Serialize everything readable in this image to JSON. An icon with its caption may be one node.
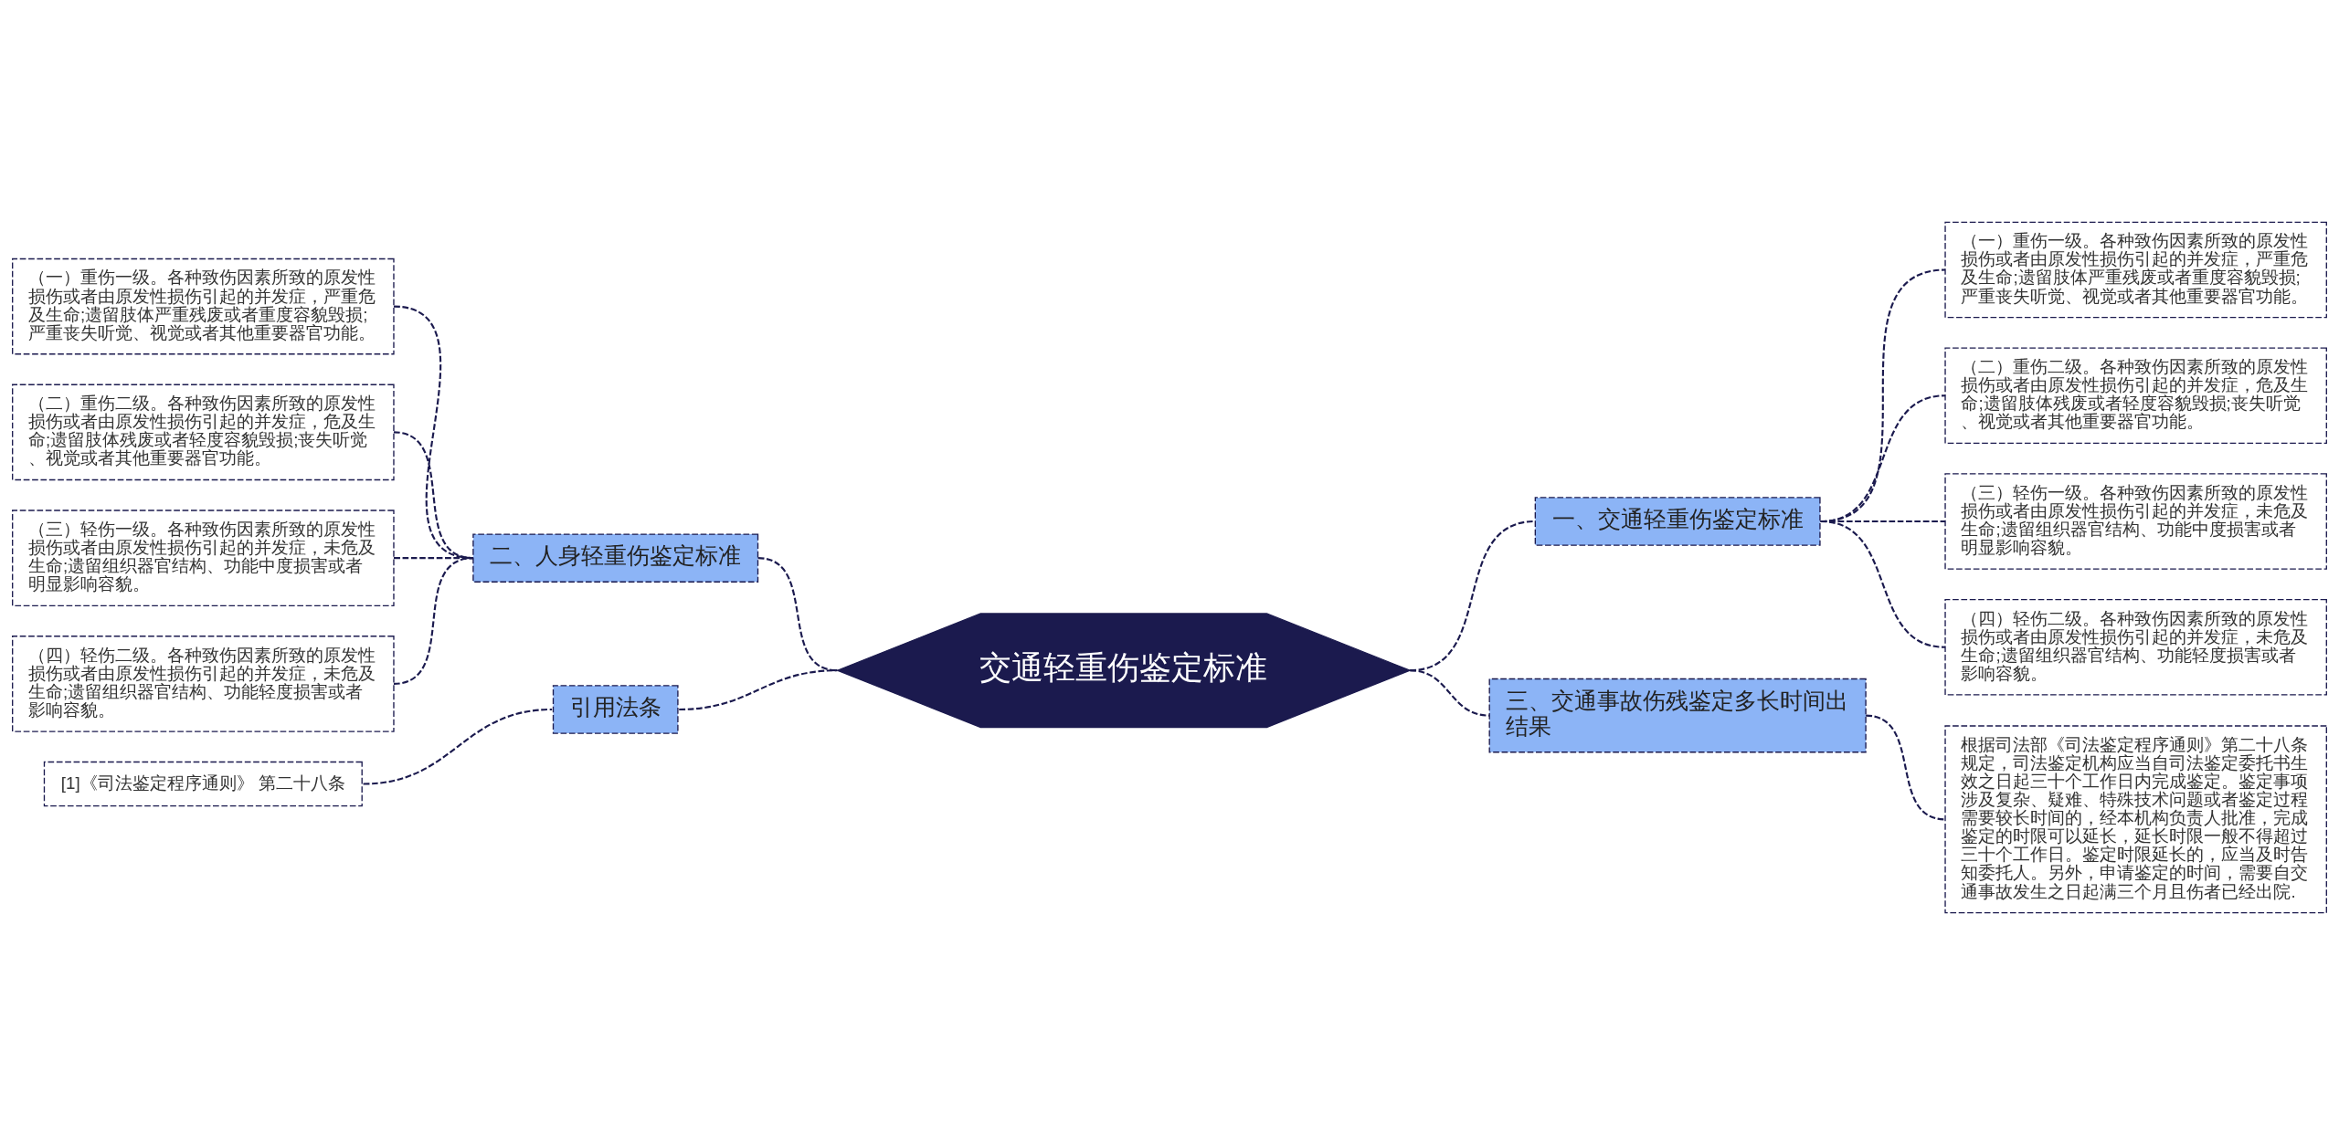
{
  "diagram": {
    "nodes": [
      {
        "text": [
          "交通轻重伤鉴定标准"
        ]
      },
      {
        "text": [
          "一、交通轻重伤鉴定标准"
        ]
      },
      {
        "text": [
          "（一）重伤一级。各种致伤因素所致的原发性损伤或者由原发性损伤引起的并发症，严重危及生命;遗留肢体严重残废或者重度容貌毁损;严重丧失听觉、视觉或者其他重要器官功能。"
        ]
      },
      {
        "text": [
          "（二）重伤二级。各种致伤因素所致的原发性损伤或者由原发性损伤引起的并发症，危及生命;遗留肢体残废或者轻度容貌毁损;丧失听觉、视觉或者其他重要器官功能。"
        ]
      },
      {
        "text": [
          "（三）轻伤一级。各种致伤因素所致的原发性损伤或者由原发性损伤引起的并发症，未危及生命;遗留组织器官结构、功能中度损害或者明显影响容貌。"
        ]
      },
      {
        "text": [
          "（四）轻伤二级。各种致伤因素所致的原发性损伤或者由原发性损伤引起的并发症，未危及生命;遗留组织器官结构、功能轻度损害或者影响容貌。"
        ]
      },
      {
        "text": [
          "二、人身轻重伤鉴定标准"
        ]
      },
      {
        "text": [
          "（一）重伤一级。各种致伤因素所致的原发性损伤或者由原发性损伤引起的并发症，严重危及生命;遗留肢体严重残废或者重度容貌毁损;严重丧失听觉、视觉或者其他重要器官功能。"
        ]
      },
      {
        "text": [
          "（二）重伤二级。各种致伤因素所致的原发性损伤或者由原发性损伤引起的并发症，危及生命;遗留肢体残废或者轻度容貌毁损;丧失听觉、视觉或者其他重要器官功能。"
        ]
      },
      {
        "text": [
          "（三）轻伤一级。各种致伤因素所致的原发性损伤或者由原发性损伤引起的并发症，未危及生命;遗留组织器官结构、功能中度损害或者明显影响容貌。"
        ]
      },
      {
        "text": [
          "（四）轻伤二级。各种致伤因素所致的原发性损伤或者由原发性损伤引起的并发症，未危及生命;遗留组织器官结构、功能轻度损害或者影响容貌。"
        ]
      },
      {
        "text": [
          "三、交通事故伤残鉴定多长时间出结果"
        ]
      },
      {
        "text": [
          "根据司法部《司法鉴定程序通则》第二十八条规定，司法鉴定机构应当自司法鉴定委托书生效之日起三十个工作日内完成鉴定。鉴定事项涉及复杂、疑难、特殊技术问题或者鉴定过程需要较长时间的，经本机构负责人批准，完成鉴定的时限可以延长，延长时限一般不得超过三十个工作日。鉴定时限延长的，应当及时告知委托人。另外，申请鉴定的时间，需要自交通事故发生之日起满三个月且伤者已经出院."
        ]
      },
      {
        "text": [
          "引用法条"
        ]
      },
      {
        "text": [
          "[1]《司法鉴定程序通则》 第二十八条"
        ]
      }
    ],
    "edges": [
      {
        "from": 0,
        "to": 1,
        "arrow": "none",
        "style": "dashed"
      },
      {
        "from": 1,
        "to": 2,
        "arrow": "none",
        "style": "dashed"
      },
      {
        "from": 1,
        "to": 3,
        "arrow": "none",
        "style": "dashed"
      },
      {
        "from": 1,
        "to": 4,
        "arrow": "none",
        "style": "dashed"
      },
      {
        "from": 1,
        "to": 5,
        "arrow": "none",
        "style": "dashed"
      },
      {
        "from": 0,
        "to": 6,
        "arrow": "none",
        "style": "dashed"
      },
      {
        "from": 6,
        "to": 7,
        "arrow": "none",
        "style": "dashed"
      },
      {
        "from": 6,
        "to": 8,
        "arrow": "none",
        "style": "dashed"
      },
      {
        "from": 6,
        "to": 9,
        "arrow": "none",
        "style": "dashed"
      },
      {
        "from": 6,
        "to": 10,
        "arrow": "none",
        "style": "dashed"
      },
      {
        "from": 0,
        "to": 11,
        "arrow": "none",
        "style": "dashed"
      },
      {
        "from": 11,
        "to": 12,
        "arrow": "none",
        "style": "dashed"
      },
      {
        "from": 0,
        "to": 13,
        "arrow": "none",
        "style": "dashed"
      },
      {
        "from": 13,
        "to": 14,
        "arrow": "none",
        "style": "dashed"
      }
    ]
  }
}
